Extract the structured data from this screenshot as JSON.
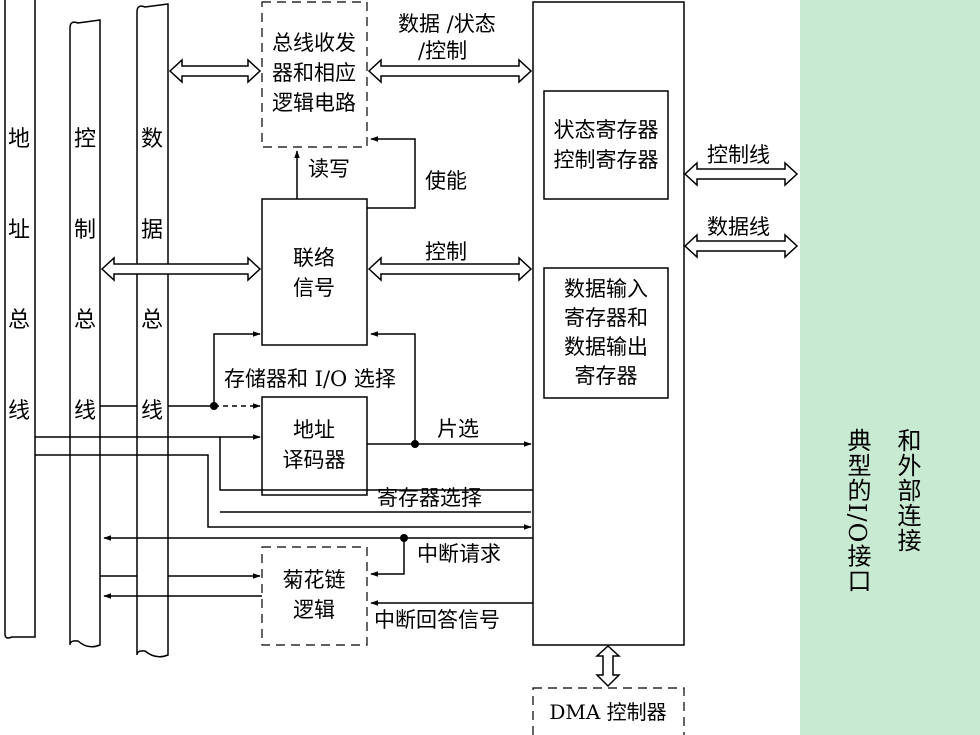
{
  "buses": {
    "address": [
      "地",
      "址",
      "总",
      "线"
    ],
    "control": [
      "控",
      "制",
      "总",
      "线"
    ],
    "data": [
      "数",
      "据",
      "总",
      "线"
    ]
  },
  "blocks": {
    "bus_transceiver": [
      "总线收发",
      "器和相应",
      "逻辑电路"
    ],
    "link_signal": [
      "联络",
      "信号"
    ],
    "address_decoder": [
      "地址",
      "译码器"
    ],
    "daisy_chain": [
      "菊花链",
      "逻辑"
    ],
    "status_control_regs": [
      "状态寄存器",
      "控制寄存器"
    ],
    "data_regs": [
      "数据输入",
      "寄存器和",
      "数据输出",
      "寄存器"
    ],
    "dma": "DMA 控制器"
  },
  "labels": {
    "data_status_control": [
      "数据 /状态",
      "/控制"
    ],
    "read_write": "读写",
    "enable": "使能",
    "control": "控制",
    "mem_io_select": "存储器和 I/O 选择",
    "chip_select": "片选",
    "register_select": "寄存器选择",
    "interrupt_request": "中断请求",
    "interrupt_ack": "中断回答信号",
    "control_line": "控制线",
    "data_line": "数据线"
  },
  "side_panel": {
    "line1": "和外部连接",
    "line2": "典型的I/O接口"
  }
}
